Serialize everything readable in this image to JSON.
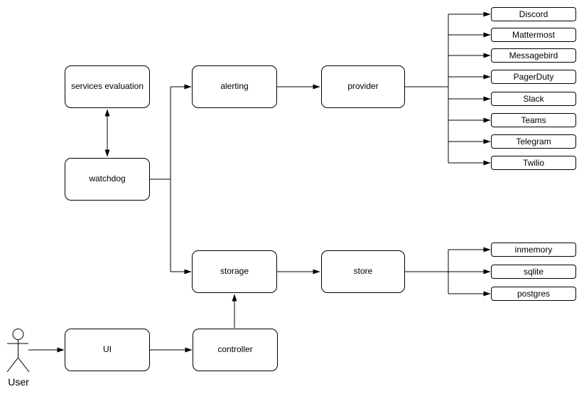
{
  "diagram": {
    "background": "#ffffff",
    "stroke_color": "#000000",
    "node_fill": "#ffffff",
    "nodes": {
      "services_evaluation": "services evaluation",
      "watchdog": "watchdog",
      "alerting": "alerting",
      "provider": "provider",
      "storage": "storage",
      "store": "store",
      "ui": "UI",
      "controller": "controller"
    },
    "provider_items": [
      "Discord",
      "Mattermost",
      "Messagebird",
      "PagerDuty",
      "Slack",
      "Teams",
      "Telegram",
      "Twilio"
    ],
    "store_items": [
      "inmemory",
      "sqlite",
      "postgres"
    ],
    "actor": {
      "label": "User"
    },
    "edges": [
      {
        "from": "services_evaluation",
        "to": "watchdog",
        "direction": "both"
      },
      {
        "from": "watchdog",
        "to": "alerting",
        "direction": "forward"
      },
      {
        "from": "watchdog",
        "to": "storage",
        "direction": "forward"
      },
      {
        "from": "alerting",
        "to": "provider",
        "direction": "forward"
      },
      {
        "from": "provider",
        "to": "Discord",
        "direction": "forward"
      },
      {
        "from": "provider",
        "to": "Mattermost",
        "direction": "forward"
      },
      {
        "from": "provider",
        "to": "Messagebird",
        "direction": "forward"
      },
      {
        "from": "provider",
        "to": "PagerDuty",
        "direction": "forward"
      },
      {
        "from": "provider",
        "to": "Slack",
        "direction": "forward"
      },
      {
        "from": "provider",
        "to": "Teams",
        "direction": "forward"
      },
      {
        "from": "provider",
        "to": "Telegram",
        "direction": "forward"
      },
      {
        "from": "provider",
        "to": "Twilio",
        "direction": "forward"
      },
      {
        "from": "storage",
        "to": "store",
        "direction": "forward"
      },
      {
        "from": "store",
        "to": "inmemory",
        "direction": "forward"
      },
      {
        "from": "store",
        "to": "sqlite",
        "direction": "forward"
      },
      {
        "from": "store",
        "to": "postgres",
        "direction": "forward"
      },
      {
        "from": "controller",
        "to": "storage",
        "direction": "forward"
      },
      {
        "from": "ui",
        "to": "controller",
        "direction": "forward"
      },
      {
        "from": "user",
        "to": "ui",
        "direction": "forward"
      }
    ]
  }
}
